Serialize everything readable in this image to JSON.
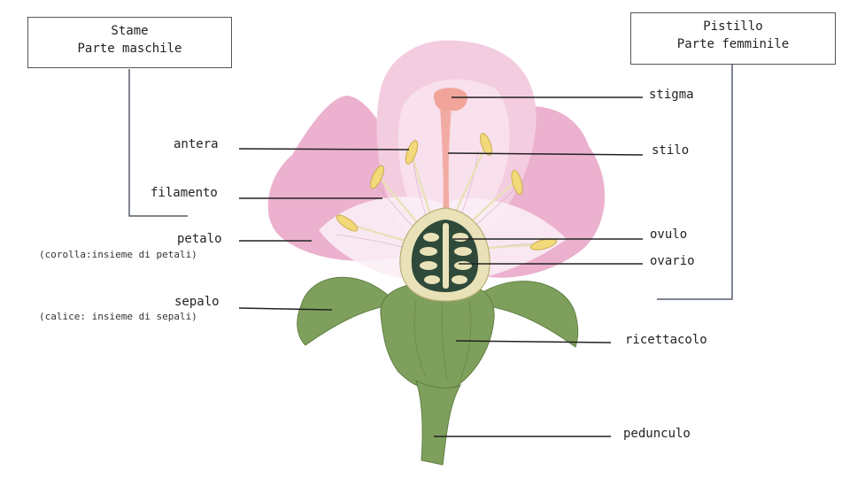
{
  "boxes": {
    "stame": {
      "line1": "Stame",
      "line2": "Parte maschile"
    },
    "pistillo": {
      "line1": "Pistillo",
      "line2": "Parte femminile"
    }
  },
  "labels": {
    "stigma": "stigma",
    "stilo": "stilo",
    "ovulo": "ovulo",
    "ovario": "ovario",
    "ricettacolo": "ricettacolo",
    "pedunculo": "pedunculo",
    "antera": "antera",
    "filamento": "filamento",
    "petalo": "petalo",
    "petalo_note": "(corolla:insieme di petali)",
    "sepalo": "sepalo",
    "sepalo_note": "(calice: insieme di sepali)"
  },
  "colors": {
    "petal": "#f1b6d3",
    "petal_back": "#e9a3c6",
    "petal_center": "#f8e2ee",
    "green": "#7fa05c",
    "green_dark": "#5f7f43",
    "anther": "#f2d97a",
    "stigma": "#f1a59a",
    "ovary_inner": "#2f4a3a",
    "ovary_wall": "#e9e2b8",
    "line": "#222222",
    "bracket": "#555d6a"
  }
}
